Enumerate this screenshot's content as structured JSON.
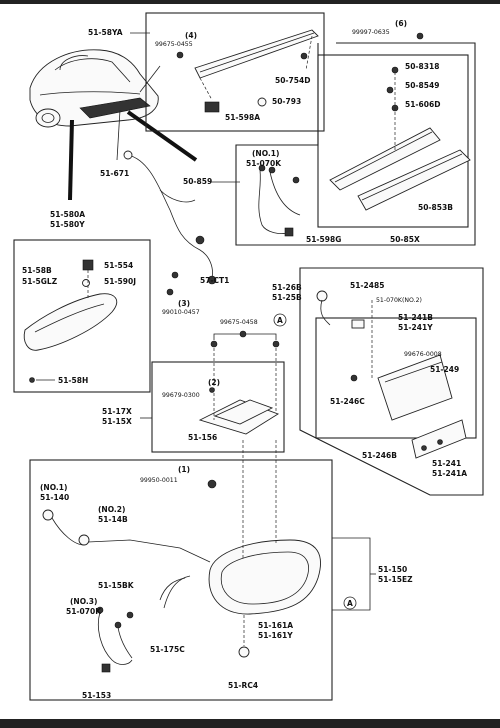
{
  "callouts": {
    "t51_0l0": "51-58YA",
    "t51_0l1": "99675-0455",
    "t51_0l2": "(4)",
    "t51_0l3": "50-754D",
    "t51_0l4": "50-793",
    "t51_0l5": "51-598A",
    "t99_top": "99997-0635",
    "t_6": "(6)",
    "t50_831": "50-8318",
    "t50_834": "50-8549",
    "t51_606": "51-606D",
    "t51_671": "51-671",
    "t50_859": "50-859",
    "t51_070": "51-070K",
    "t51_070n": "(NO.1)",
    "t51_598b": "51-598G",
    "t50_853": "50-853B",
    "t50_85x": "50-85X",
    "t51_580a": "51-580A",
    "t51_580y": "51-580Y",
    "t51_514": "51-554",
    "t51_590j": "51-590J",
    "t51_58": "51-58B",
    "t51_51z": "51-5GLZ",
    "t57_ct1": "57-CT1",
    "t99_0457": "99010-0457",
    "t_3": "(3)",
    "t51_584": "51-58H",
    "t99_2b": "99675-0458",
    "t_circA1": "A",
    "t51_248s": "51-2485",
    "t51_26g": "51-26B",
    "t51_25b": "51-25B",
    "t51_070k2": "51-070K(NO.2)",
    "t51_241b": "51-241B",
    "t51_241y": "51-241Y",
    "t99_6008": "99676-0008",
    "t51_249": "51-249",
    "t51_246c": "51-246C",
    "t51_246b": "51-246B",
    "t51_241": "51-241",
    "t51_241a": "51-241A",
    "t51_17x": "51-17X",
    "t51_15x": "51-15X",
    "t99_0300": "99679-0300",
    "t_2": "(2)",
    "t51_156": "51-156",
    "t99_0011": "99950-0011",
    "t_1": "(1)",
    "t_no1": "(NO.1)",
    "t51_140": "51-140",
    "t_no2": "(NO.2)",
    "t51_14b": "51-14B",
    "t51_150": "51-150",
    "t51_15e": "51-15EZ",
    "t51_15bk": "51-15BK",
    "t_no3": "(NO.3)",
    "t51_070k3": "51-070K",
    "t51_175c": "51-175C",
    "t51_161a": "51-161A",
    "t51_161y": "51-161Y",
    "t_circA2": "A",
    "t51_153": "51-153",
    "t51_rc4": "51-RC4"
  }
}
